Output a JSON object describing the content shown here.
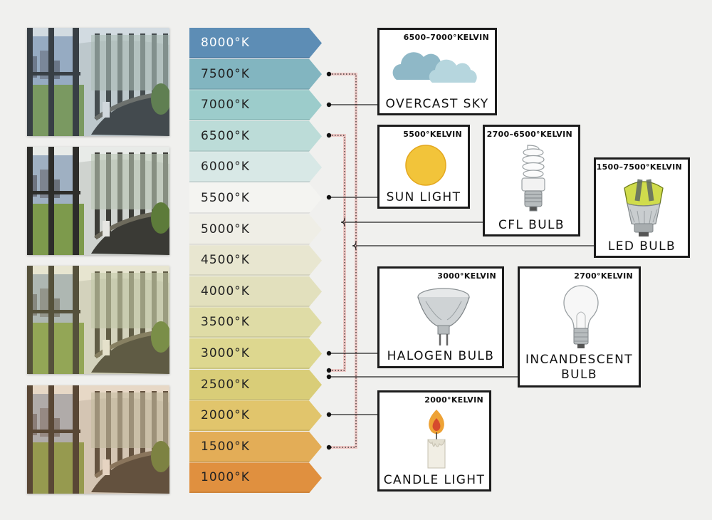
{
  "scale": {
    "bands": [
      {
        "label": "8000°K",
        "color": "#5d8db5",
        "dark": true
      },
      {
        "label": "7500°K",
        "color": "#82b5c0"
      },
      {
        "label": "7000°K",
        "color": "#9ccccb"
      },
      {
        "label": "6500°K",
        "color": "#bcdcd8"
      },
      {
        "label": "6000°K",
        "color": "#d8e8e6"
      },
      {
        "label": "5500°K",
        "color": "#f4f4f1"
      },
      {
        "label": "5000°K",
        "color": "#efeee6"
      },
      {
        "label": "4500°K",
        "color": "#e8e6d0"
      },
      {
        "label": "4000°K",
        "color": "#e2e0bd"
      },
      {
        "label": "3500°K",
        "color": "#dfdca6"
      },
      {
        "label": "3000°K",
        "color": "#ddd78f"
      },
      {
        "label": "2500°K",
        "color": "#d9cd78"
      },
      {
        "label": "2000°K",
        "color": "#e1c56c"
      },
      {
        "label": "1500°K",
        "color": "#e3ad57"
      },
      {
        "label": "1000°K",
        "color": "#e0903f"
      }
    ]
  },
  "photos": [
    {
      "tint": "#6f93c4",
      "opacity": 0.18
    },
    {
      "tint": "#ffffff",
      "opacity": 0.0
    },
    {
      "tint": "#e4d37a",
      "opacity": 0.22
    },
    {
      "tint": "#e89a5a",
      "opacity": 0.24
    }
  ],
  "sources": {
    "overcast": {
      "kelvin": "6500–7000°KELVIN",
      "name": "OVERCAST SKY"
    },
    "sun": {
      "kelvin": "5500°KELVIN",
      "name": "SUN LIGHT"
    },
    "cfl": {
      "kelvin": "2700–6500°KELVIN",
      "name": "CFL BULB"
    },
    "led": {
      "kelvin": "1500–7500°KELVIN",
      "name": "LED BULB"
    },
    "halogen": {
      "kelvin": "3000°KELVIN",
      "name": "HALOGEN BULB"
    },
    "incandescent": {
      "kelvin": "2700°KELVIN",
      "name_line1": "INCANDESCENT",
      "name_line2": "BULB"
    },
    "candle": {
      "kelvin": "2000°KELVIN",
      "name": "CANDLE LIGHT"
    }
  }
}
